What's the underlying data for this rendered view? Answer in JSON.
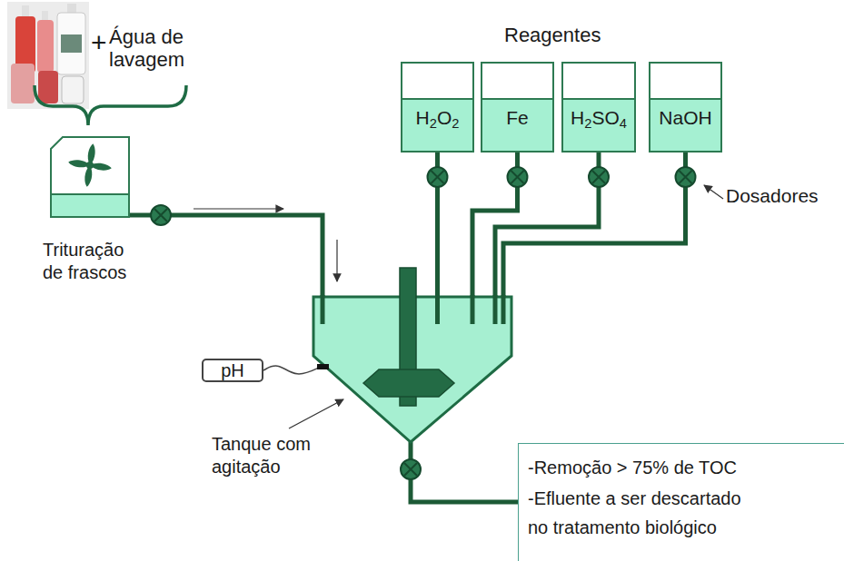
{
  "diagram": {
    "nodes": [
      {
        "text": [
          "Trituração de frascos"
        ]
      },
      {
        "text": [
          "H2O2"
        ]
      },
      {
        "text": [
          "Fe"
        ]
      },
      {
        "text": [
          "H2SO4"
        ]
      },
      {
        "text": [
          "NaOH"
        ]
      },
      {
        "text": [
          "Tanque com agitação"
        ]
      },
      {
        "text": [
          "pH"
        ]
      },
      {
        "text": [
          "-Remoção > 75% de TOC",
          "-Efluente a ser descartado no tratamento biológico"
        ]
      }
    ],
    "edges": [
      {
        "from": 0,
        "to": 5,
        "arrow": "none"
      },
      {
        "from": 1,
        "to": 5,
        "arrow": "none"
      },
      {
        "from": 2,
        "to": 5,
        "arrow": "none"
      },
      {
        "from": 3,
        "to": 5,
        "arrow": "none"
      },
      {
        "from": 4,
        "to": 5,
        "arrow": "none"
      },
      {
        "from": 5,
        "to": 7,
        "arrow": "none"
      },
      {
        "from": 6,
        "to": 5,
        "arrow": "none"
      }
    ],
    "labels": [
      "+",
      "Água de lavagem",
      "Reagentes",
      "Dosadores"
    ]
  }
}
